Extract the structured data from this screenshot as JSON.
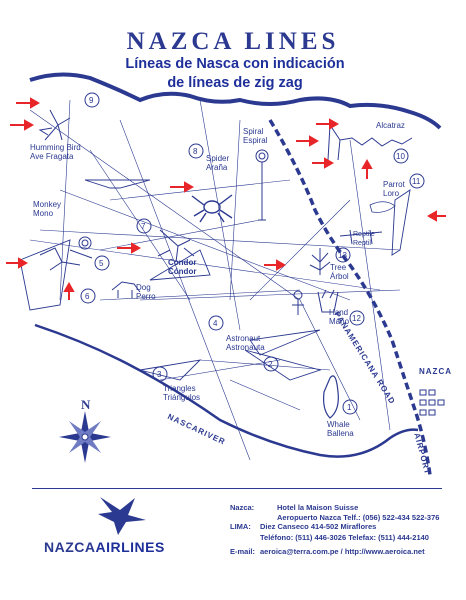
{
  "title": "NAZCA LINES",
  "subtitle_line1": "Líneas de Nasca con indicación",
  "subtitle_line2": "de líneas de zig zag",
  "colors": {
    "ink": "#2b3990",
    "arrow": "#e8262a",
    "road": "#2b3990"
  },
  "figures": [
    {
      "num": "9",
      "label1": "Humming Bird",
      "label2": "Ave Fragata"
    },
    {
      "num": "8",
      "label1": "Spider",
      "label2": "Araña"
    },
    {
      "num": "",
      "label1": "Spiral",
      "label2": "Espiral"
    },
    {
      "num": "",
      "label1": "Alcatraz",
      "label2": ""
    },
    {
      "num": "10",
      "label1": "",
      "label2": ""
    },
    {
      "num": "11",
      "label1": "Parrot",
      "label2": "Loro"
    },
    {
      "num": "",
      "label1": "Monkey",
      "label2": "Mono"
    },
    {
      "num": "7",
      "label1": "Condor",
      "label2": "Cóndor"
    },
    {
      "num": "5",
      "label1": "",
      "label2": ""
    },
    {
      "num": "6",
      "label1": "Dog",
      "label2": "Perro"
    },
    {
      "num": "13",
      "label1": "Reptile",
      "label2": "Reptil"
    },
    {
      "num": "",
      "label1": "Tree",
      "label2": "Árbol"
    },
    {
      "num": "12",
      "label1": "Hand",
      "label2": "Mano"
    },
    {
      "num": "4",
      "label1": "Astronaut",
      "label2": "Astronauta"
    },
    {
      "num": "3",
      "label1": "Triangles",
      "label2": "Triángulos"
    },
    {
      "num": "2",
      "label1": "",
      "label2": ""
    },
    {
      "num": "1",
      "label1": "Whale",
      "label2": "Ballena"
    }
  ],
  "roads": {
    "panamericana": "PANAMERICANA ROAD",
    "river": "NASCARIVER",
    "airport": "AIRPORT",
    "town": "NAZCA"
  },
  "compass": "N",
  "brand": {
    "name_a": "NAZCA",
    "name_b": "AIRLINES"
  },
  "contacts": [
    {
      "label": "Nazca:",
      "lines": [
        "Hotel la Maison Suisse",
        "Aeropuerto Nazca Telf.: (056) 522-434  522-376"
      ]
    },
    {
      "label": "LIMA:",
      "lines": [
        "Diez Canseco 414-502  Miraflores",
        "Teléfono: (511) 446-3026 Telefax: (511) 444-2140"
      ]
    },
    {
      "label": "E-mail:",
      "lines": [
        "aeroica@terra.com.pe / http://www.aeroica.net"
      ]
    }
  ]
}
